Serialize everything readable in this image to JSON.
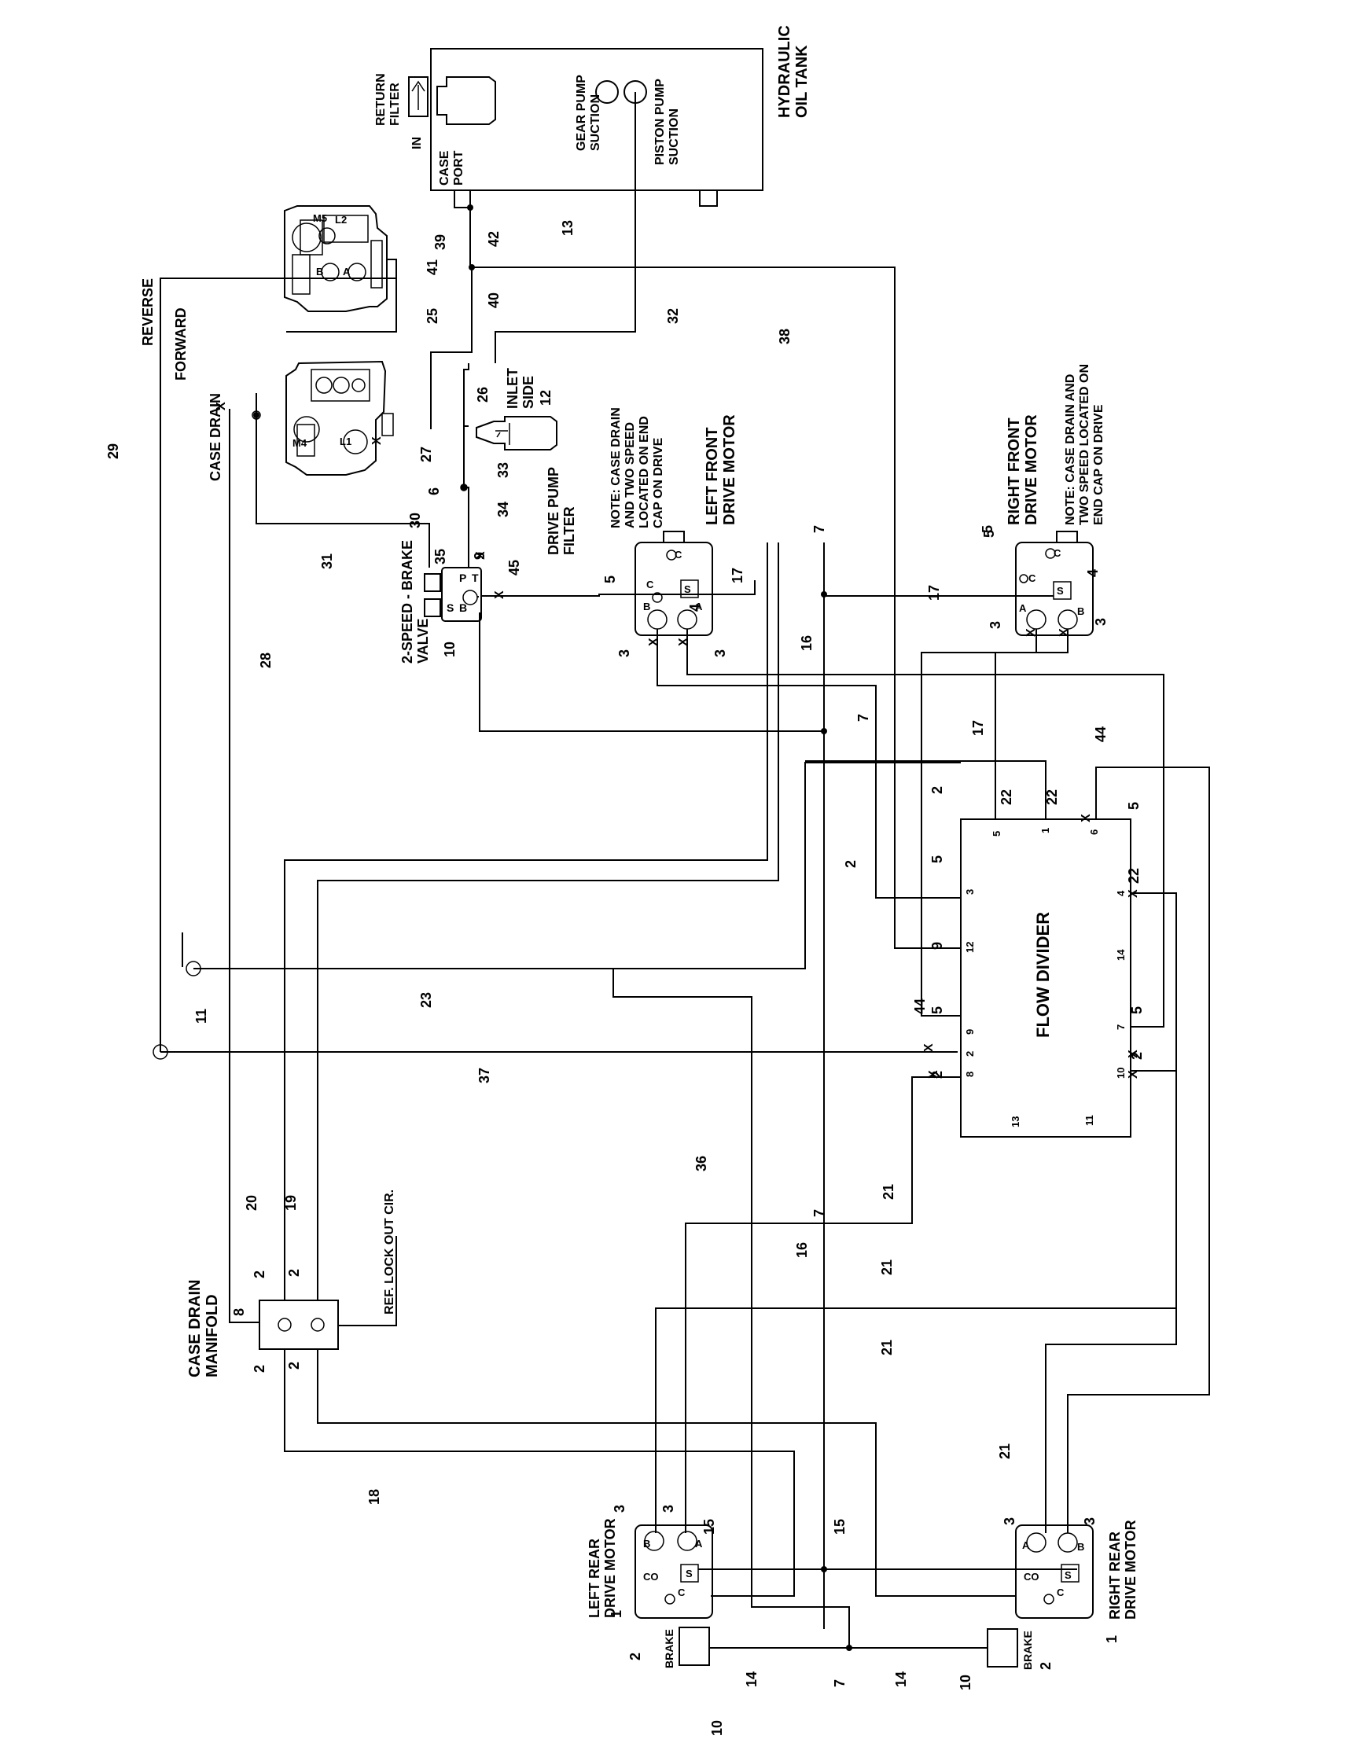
{
  "tank": {
    "title": [
      "HYDRAULIC",
      "OIL TANK"
    ],
    "return_filter": [
      "RETURN",
      "FILTER"
    ],
    "in": "IN",
    "case_port": [
      "CASE",
      "PORT"
    ],
    "gear_pump": [
      "GEAR PUMP",
      "SUCTION"
    ],
    "piston_pump": [
      "PISTON PUMP",
      "SUCTION"
    ]
  },
  "pumps": {
    "upper_ports": [
      "M5",
      "L2",
      "B",
      "A"
    ],
    "lower_ports": [
      "M4",
      "L1"
    ]
  },
  "filter": {
    "inlet": [
      "INLET",
      "SIDE"
    ],
    "title": [
      "DRIVE PUMP",
      "FILTER"
    ]
  },
  "brake_valve": {
    "title": [
      "2-SPEED - BRAKE",
      "VALVE"
    ],
    "ports": [
      "P",
      "T",
      "B",
      "S"
    ]
  },
  "left_front_motor": {
    "title": [
      "LEFT FRONT",
      "DRIVE MOTOR"
    ],
    "note": [
      "NOTE: CASE DRAIN",
      "AND TWO SPEED",
      "LOCATED ON END",
      "CAP ON DRIVE"
    ],
    "ports": [
      "C",
      "C",
      "S",
      "B",
      "A"
    ]
  },
  "right_front_motor": {
    "title": [
      "RIGHT FRONT",
      "DRIVE MOTOR"
    ],
    "note": [
      "NOTE:  CASE DRAIN AND",
      "TWO SPEED LOCATED ON",
      "END CAP ON DRIVE"
    ],
    "ports": [
      "C",
      "C",
      "S",
      "A",
      "B"
    ]
  },
  "flow_divider": {
    "title": "FLOW DIVIDER",
    "ports": [
      "5",
      "1",
      "6",
      "3",
      "4",
      "12",
      "14",
      "9",
      "7",
      "2",
      "8",
      "10",
      "13",
      "11"
    ]
  },
  "case_drain": {
    "title": [
      "CASE DRAIN",
      "MANIFOLD"
    ],
    "ref": "REF. LOCK OUT CIR."
  },
  "left_rear_motor": {
    "title": [
      "LEFT REAR",
      "DRIVE MOTOR"
    ],
    "ports": [
      "B",
      "A",
      "CO",
      "S",
      "C"
    ]
  },
  "right_rear_motor": {
    "title": [
      "RIGHT REAR",
      "DRIVE MOTOR"
    ],
    "ports": [
      "A",
      "B",
      "CO",
      "S",
      "C"
    ]
  },
  "brakes": [
    "BRAKE",
    "BRAKE"
  ],
  "line_labels": {
    "reverse": "REVERSE",
    "forward": "FORWARD",
    "case_drain": "CASE DRAIN"
  },
  "x_mark": "X",
  "callouts": [
    "39",
    "42",
    "41",
    "40",
    "13",
    "25",
    "32",
    "38",
    "26",
    "12",
    "27",
    "6",
    "34",
    "33",
    "30",
    "31",
    "35",
    "9",
    "45",
    "10",
    "5",
    "4",
    "17",
    "3",
    "3",
    "7",
    "16",
    "5",
    "17",
    "4",
    "3",
    "3",
    "7",
    "17",
    "22",
    "22",
    "5",
    "44",
    "2",
    "22",
    "5",
    "2",
    "9",
    "5",
    "44",
    "5",
    "2",
    "2",
    "23",
    "37",
    "11",
    "28",
    "29",
    "36",
    "21",
    "16",
    "21",
    "21",
    "21",
    "20",
    "19",
    "8",
    "2",
    "2",
    "2",
    "2",
    "18",
    "3",
    "3",
    "15",
    "15",
    "1",
    "2",
    "10",
    "14",
    "7",
    "14",
    "10",
    "3",
    "3",
    "2",
    "1",
    "5",
    "7"
  ]
}
